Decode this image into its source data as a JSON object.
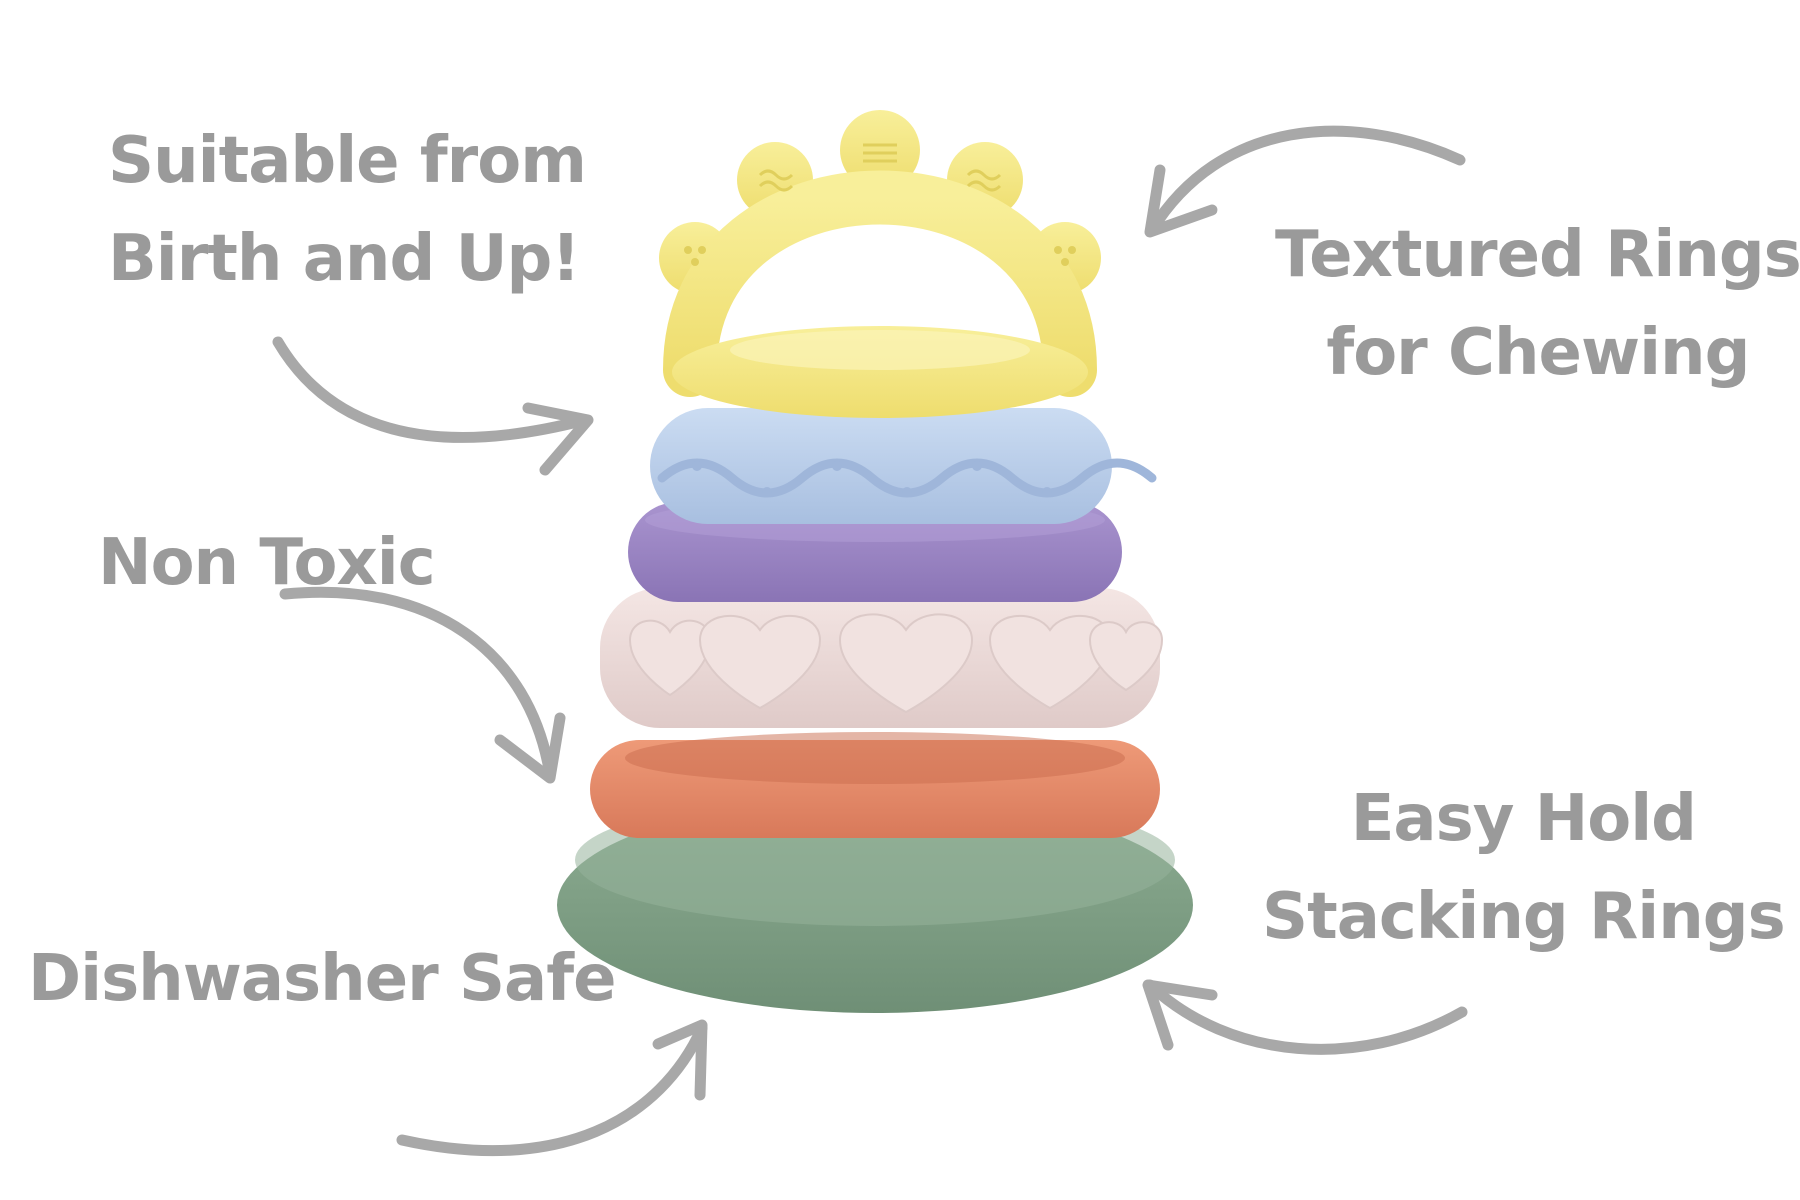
{
  "colors": {
    "background": "#ffffff",
    "label_text": "#9a9a9a",
    "arrow": "#a8a8a8",
    "ring_yellow": "#f4e98a",
    "ring_blue": "#bcd0ea",
    "ring_purple": "#9c86c4",
    "ring_pink": "#ecdad8",
    "ring_orange": "#e58a66",
    "ring_green": "#7e9e84"
  },
  "labels": {
    "birth": {
      "line1": "Suitable from",
      "line2": "Birth and Up!",
      "icon": "curved-arrow-right-icon"
    },
    "toxic": {
      "line1": "Non Toxic",
      "icon": "curved-arrow-down-icon"
    },
    "dish": {
      "line1": "Dishwasher Safe",
      "icon": "curved-arrow-up-icon"
    },
    "texture": {
      "line1": "Textured Rings",
      "line2": "for Chewing",
      "icon": "curved-arrow-left-icon"
    },
    "hold": {
      "line1": "Easy Hold",
      "line2": "Stacking Rings",
      "icon": "curved-arrow-left-icon"
    }
  },
  "product": {
    "name_icon": "stacking-rings-toy",
    "ring_count": 6
  }
}
